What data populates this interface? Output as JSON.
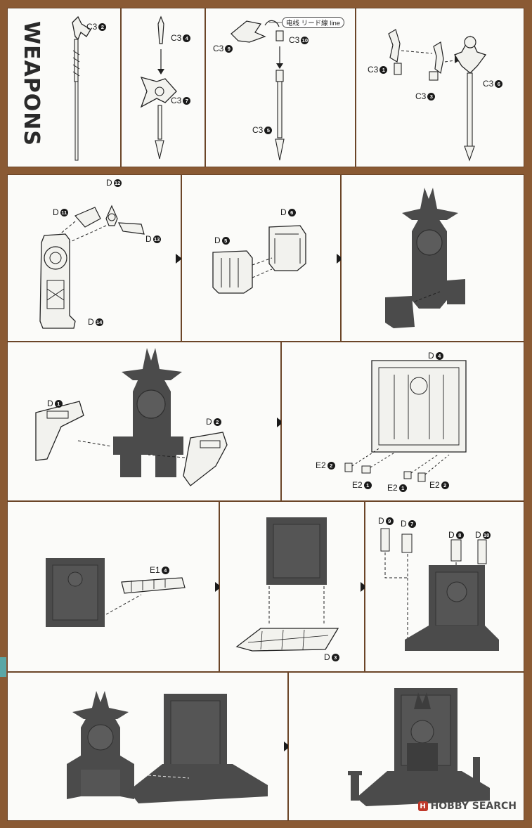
{
  "section_title": "WEAPONS",
  "wire_label": "电线 リード線 line",
  "parts": {
    "c3_2": {
      "p": "C3",
      "n": "2"
    },
    "c3_4": {
      "p": "C3",
      "n": "4"
    },
    "c3_7": {
      "p": "C3",
      "n": "7"
    },
    "c3_9": {
      "p": "C3",
      "n": "9"
    },
    "c3_10": {
      "p": "C3",
      "n": "10"
    },
    "c3_5": {
      "p": "C3",
      "n": "5"
    },
    "c3_1": {
      "p": "C3",
      "n": "1"
    },
    "c3_3": {
      "p": "C3",
      "n": "3"
    },
    "c3_6": {
      "p": "C3",
      "n": "6"
    },
    "d12": {
      "p": "D",
      "n": "12"
    },
    "d11": {
      "p": "D",
      "n": "11"
    },
    "d13": {
      "p": "D",
      "n": "13"
    },
    "d14": {
      "p": "D",
      "n": "14"
    },
    "d6": {
      "p": "D",
      "n": "6"
    },
    "d5": {
      "p": "D",
      "n": "5"
    },
    "d1": {
      "p": "D",
      "n": "1"
    },
    "d2": {
      "p": "D",
      "n": "2"
    },
    "d4": {
      "p": "D",
      "n": "4"
    },
    "e2_2a": {
      "p": "E2",
      "n": "2"
    },
    "e2_1a": {
      "p": "E2",
      "n": "1"
    },
    "e2_1b": {
      "p": "E2",
      "n": "1"
    },
    "e2_2b": {
      "p": "E2",
      "n": "2"
    },
    "e1_4": {
      "p": "E1",
      "n": "4"
    },
    "d3": {
      "p": "D",
      "n": "3"
    },
    "d9": {
      "p": "D",
      "n": "9"
    },
    "d7": {
      "p": "D",
      "n": "7"
    },
    "d8": {
      "p": "D",
      "n": "8"
    },
    "d10": {
      "p": "D",
      "n": "10"
    }
  },
  "watermark": {
    "logo": "H",
    "text": "HOBBY SEARCH"
  },
  "colors": {
    "border": "#8a5a34",
    "part_light": "#f2f2ee",
    "part_dark": "#4b4b4b",
    "ink": "#1a1a1a",
    "tab": "#5aa7a6"
  }
}
